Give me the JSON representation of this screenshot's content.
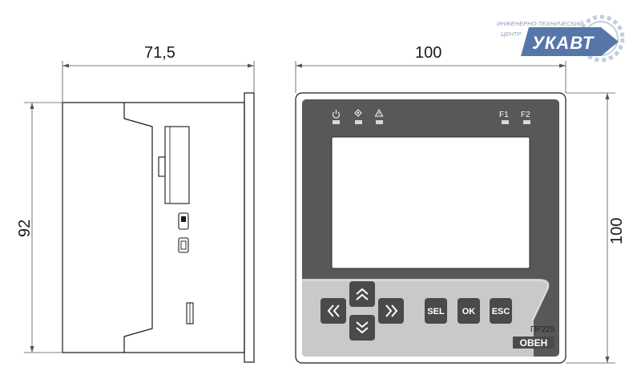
{
  "dimensions": {
    "side_width": "71,5",
    "side_height": "92",
    "front_width": "100",
    "front_height": "100"
  },
  "indicators": {
    "f1": "F1",
    "f2": "F2"
  },
  "keys": {
    "sel": "SEL",
    "ok": "OK",
    "esc": "ESC"
  },
  "model": "ПР225",
  "brand": "ОВЕН",
  "watermark": {
    "line1": "ИНЖЕНЕРНО-ТЕХНИЧЕСКИЙ",
    "line2": "ЦЕНТР",
    "name": "УКАВТ"
  },
  "icons": {
    "power": "power-icon",
    "network": "network-icon",
    "warning": "warning-icon",
    "left": "double-chevron-left-icon",
    "up": "double-chevron-up-icon",
    "down": "double-chevron-down-icon",
    "right": "double-chevron-right-icon"
  },
  "colors": {
    "bezel": "#58585a",
    "keypad": "#c8c9cb",
    "key": "#4a4a4c",
    "screen": "#ffffff",
    "logo_blue": "#3a5f9a"
  }
}
